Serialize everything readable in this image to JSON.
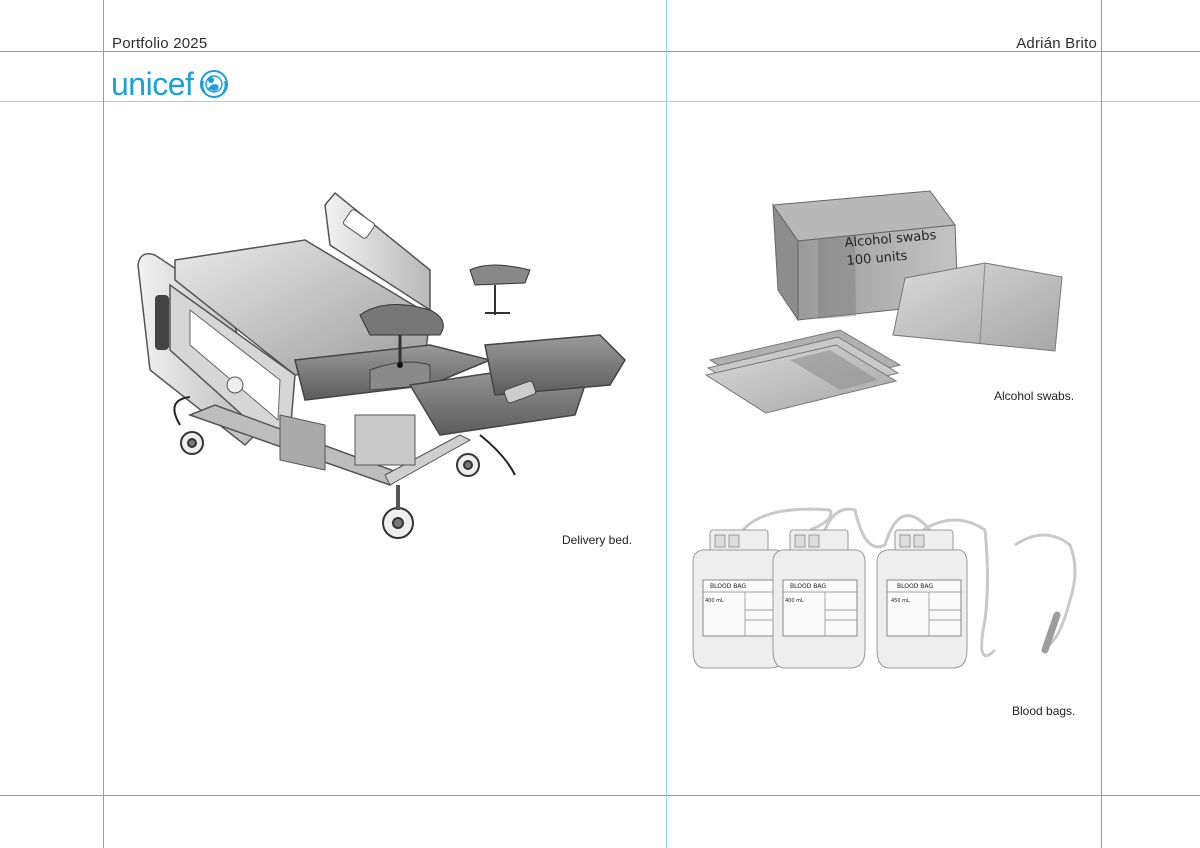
{
  "header": {
    "left": "Portfolio 2025",
    "right": "Adrián Brito",
    "logo_text": "unicef"
  },
  "items": [
    {
      "caption": "Delivery bed."
    },
    {
      "caption": "Alcohol swabs.",
      "box_label_line1": "Alcohol swabs",
      "box_label_line2": "100 units"
    },
    {
      "caption": "Blood bags.",
      "bags": [
        {
          "title": "BLOOD BAG",
          "volume": "400 mL"
        },
        {
          "title": "BLOOD BAG",
          "volume": "400 mL"
        },
        {
          "title": "BLOOD BAG",
          "volume": "450 mL"
        }
      ]
    }
  ],
  "colors": {
    "brand": "#1ba0d7",
    "guide": "#9a9a9a",
    "guide_cyan": "#8fd6e6"
  }
}
